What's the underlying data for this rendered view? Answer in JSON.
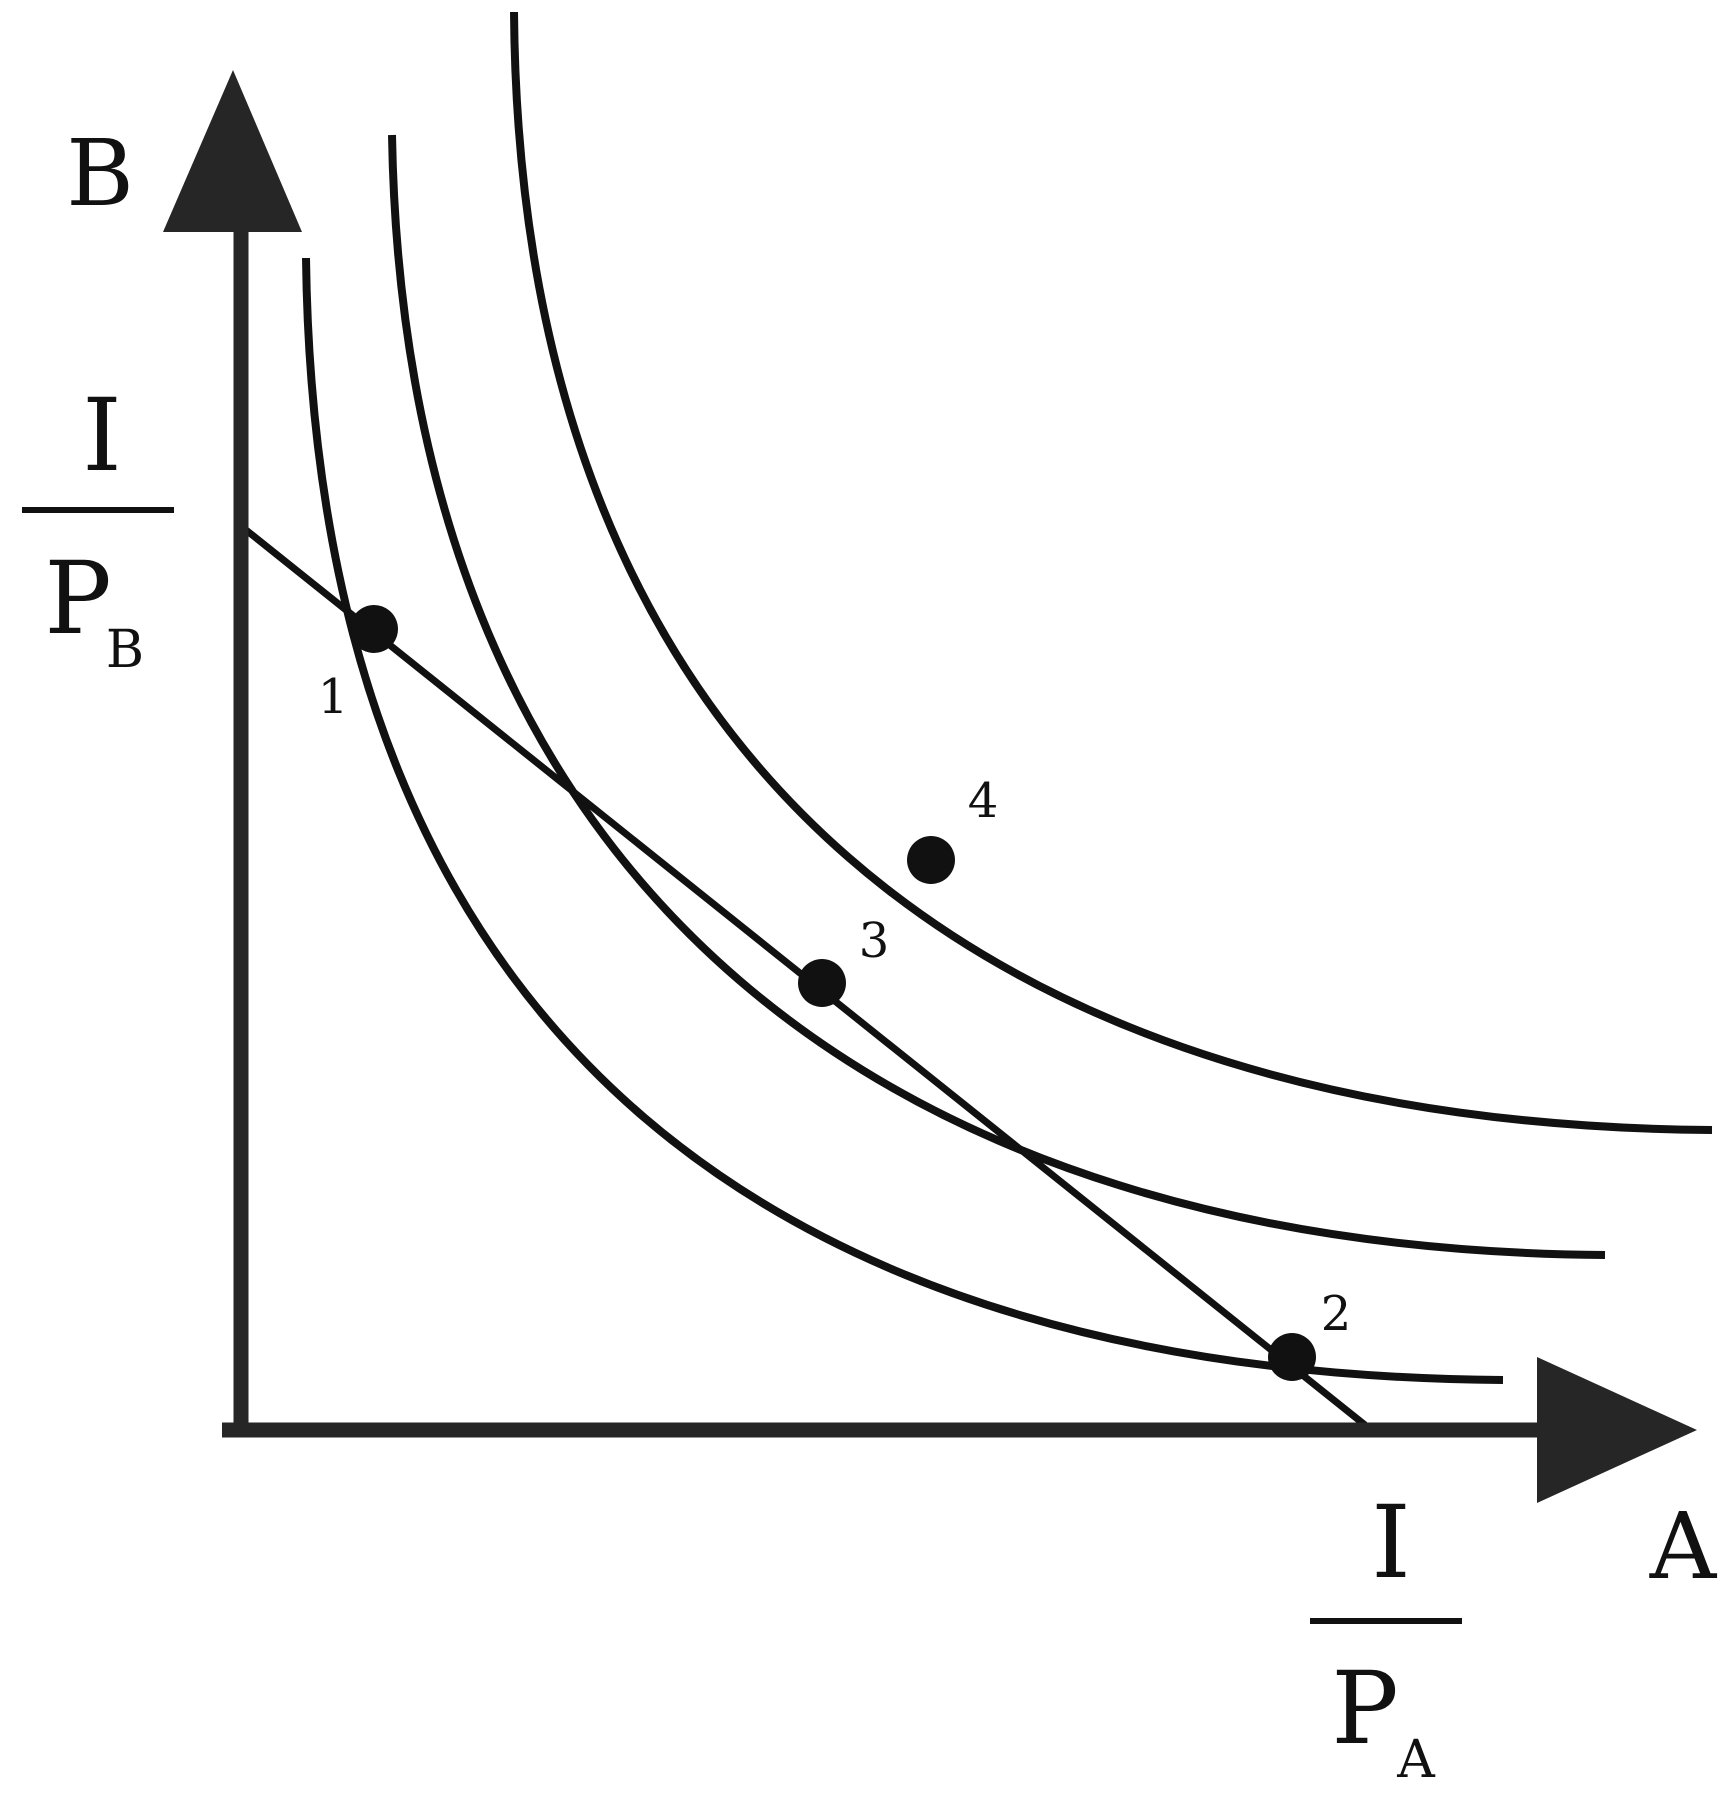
{
  "colors": {
    "ink": "#111111",
    "background": "#ffffff"
  },
  "axes": {
    "y_label": "B",
    "x_label": "A",
    "y_intercept": {
      "numerator": "I",
      "denominator": "P",
      "subscript": "B"
    },
    "x_intercept": {
      "numerator": "I",
      "denominator": "P",
      "subscript": "A"
    }
  },
  "budget_line": {
    "type": "line"
  },
  "indifference_curves": [
    {
      "type": "curve"
    },
    {
      "type": "curve"
    },
    {
      "type": "curve"
    }
  ],
  "points": [
    {
      "label": "1"
    },
    {
      "label": "2"
    },
    {
      "label": "3"
    },
    {
      "label": "4"
    }
  ]
}
